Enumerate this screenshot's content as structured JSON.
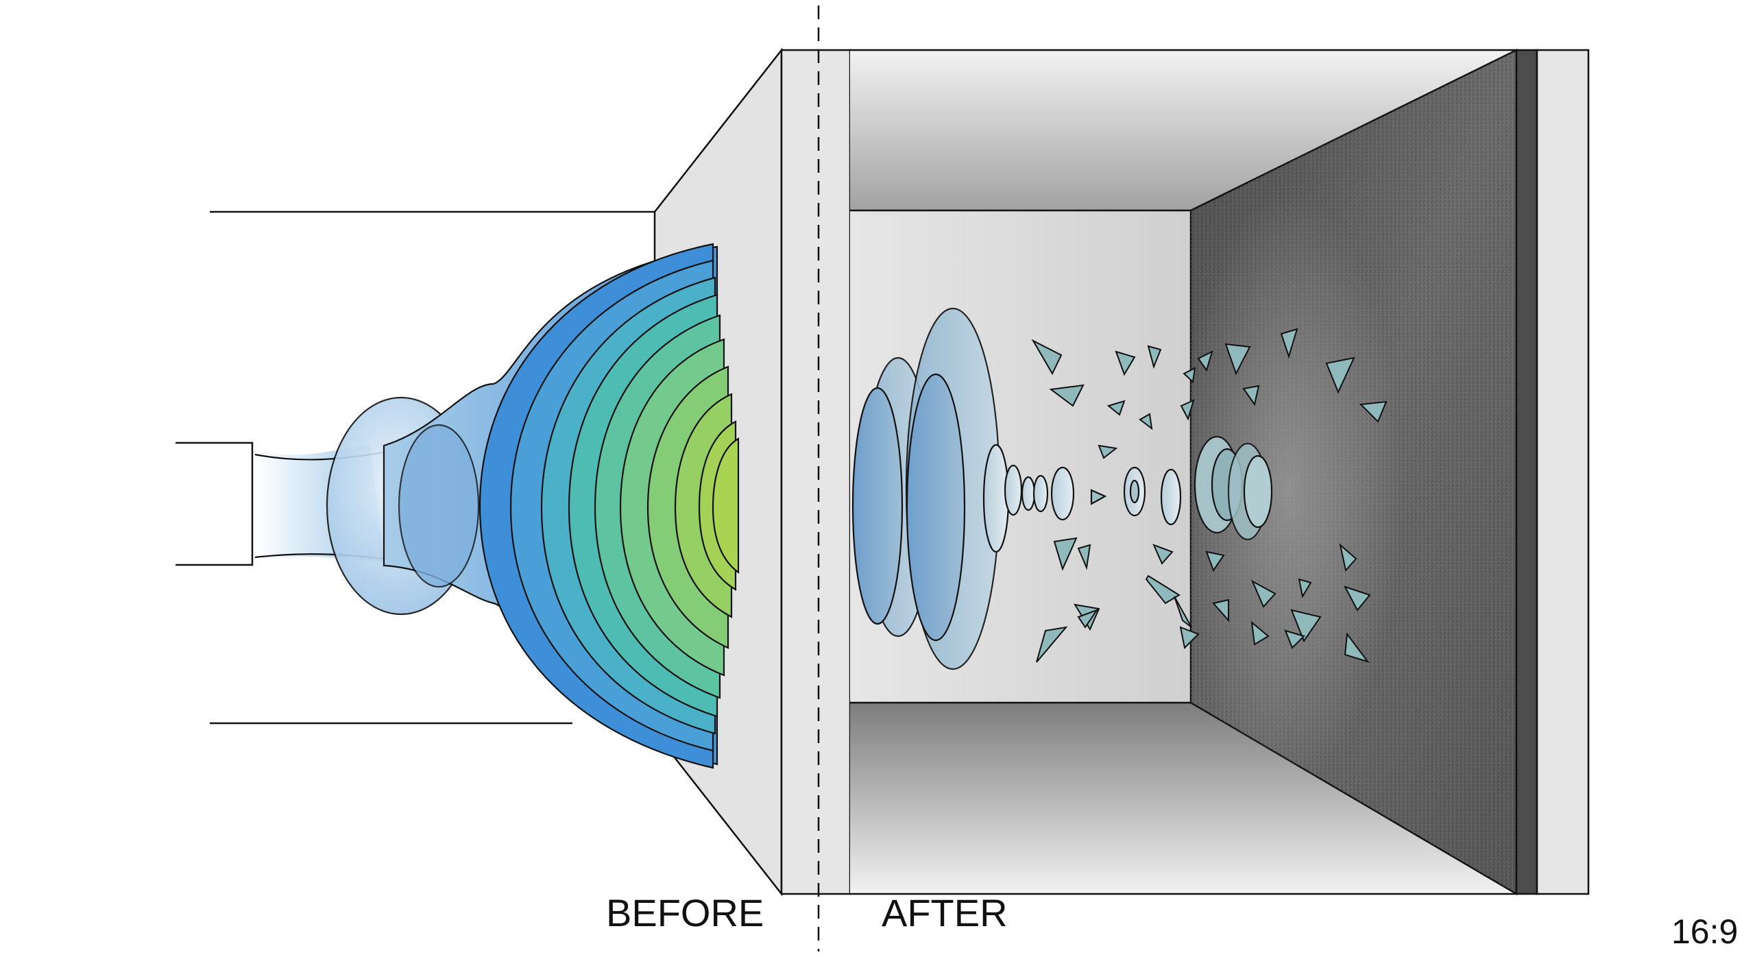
{
  "labels": {
    "before": "BEFORE",
    "after": "AFTER",
    "aspect_ratio": "16:9"
  },
  "colors": {
    "wave_blue": "#3f8fd8",
    "wave_teal": "#49b9b4",
    "wave_green": "#9fce4f",
    "panel_gray": "#e3e3e3",
    "absorber_gray": "#5a5a5a",
    "fragment_teal": "#8fb9bb",
    "line": "#111111"
  }
}
